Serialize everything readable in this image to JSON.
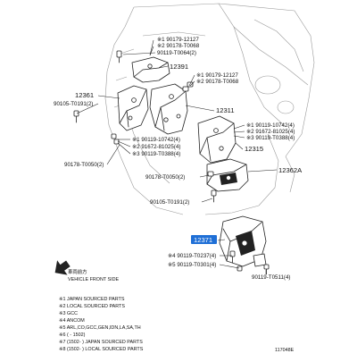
{
  "labels": {
    "l1": "※1 90179-12127",
    "l2": "※2 90178-T0068",
    "l3": "90119-T0064(2)",
    "l4": "12391",
    "l5": "※1 90179-12127",
    "l6": "※2 90178-T0068",
    "l7": "12361",
    "l8": "90105-T0191(2)",
    "l9": "12311",
    "l10": "※1 90119-10742(4)",
    "l11": "※2 91672-81025(4)",
    "l12": "※3 90119-T0388(4)",
    "l13": "12315",
    "l14": "※1 90119-10742(4)",
    "l15": "※2 91672-81025(4)",
    "l16": "※3 90119-T0388(4)",
    "l17": "90178-T0050(2)",
    "l18": "90178-T0050(2)",
    "l19": "12362A",
    "l20": "90105-T0191(2)",
    "l21": "12371",
    "l22": "※4 90119-T0237(4)",
    "l23": "※5 90119-T0301(4)",
    "l24": "90119-T0511(4)"
  },
  "front": {
    "jp": "車両前方",
    "en": "VEHICLE FRONT SIDE"
  },
  "notes": [
    "※1 JAPAN SOURCED PARTS",
    "※2 LOCAL SOURCED PARTS",
    "※3 GCC",
    "※4 ANCOM",
    "※5 ARL,CO,GCC,GEN,IDN,LA,SA,TH",
    "※6 (     -      1502)",
    "※7 (1502-      ) JAPAN SOURCED PARTS",
    "※8 (1502-      ) LOCAL SOURCED PARTS"
  ],
  "figure_code": "117048E",
  "highlight_color": "#1f6fd6"
}
